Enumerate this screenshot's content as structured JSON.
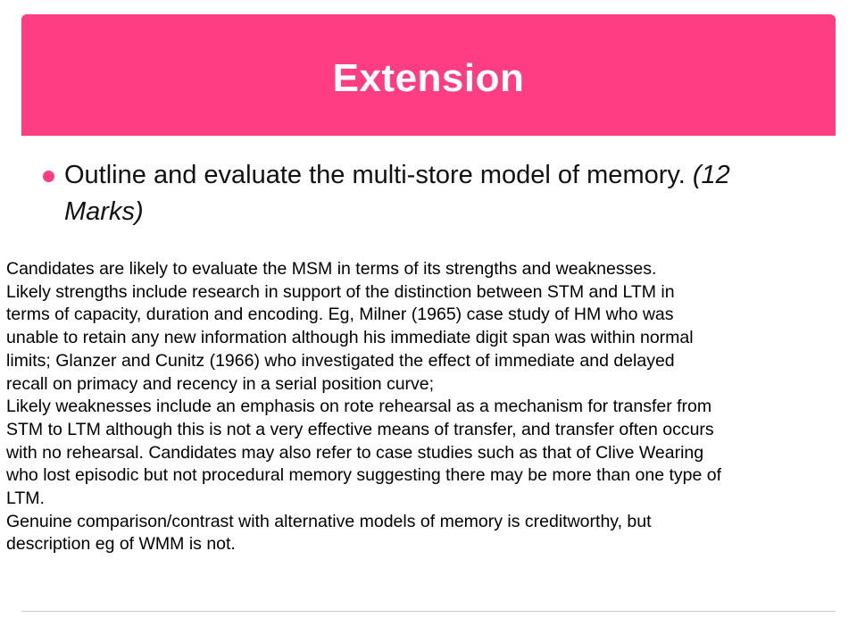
{
  "slide": {
    "title": "Extension",
    "colors": {
      "accent": "#ff3d82",
      "title_text": "#ffffff",
      "body_text": "#000000",
      "footer_rule": "#c8c8c8"
    }
  },
  "question": {
    "text": "Outline and evaluate the multi-store model of memory.",
    "marks": "(12 Marks)"
  },
  "mark_scheme": {
    "lines": [
      "Candidates are likely to evaluate the MSM in terms of its strengths and weaknesses.",
      "Likely strengths include research in support of the distinction between STM and LTM in",
      "terms of capacity, duration and encoding.   Eg, Milner (1965) case study of HM who was",
      "unable to retain any new information although his immediate digit span was within normal",
      "limits; Glanzer and Cunitz  (1966) who investigated the effect  of immediate and delayed",
      "recall on primacy and recency in a serial position curve;",
      "Likely weaknesses include an emphasis on rote rehearsal as a mechanism for transfer from",
      "STM to LTM although this is not a very effective means of transfer, and transfer often occurs",
      "with no rehearsal.  Candidates may also refer to case studies such as that of Clive Wearing",
      "who lost episodic but not procedural memory suggesting there may be more than one type of",
      "LTM.",
      "Genuine comparison/contrast with alternative models of memory is creditworthy, but",
      "description eg of WMM is not."
    ]
  }
}
